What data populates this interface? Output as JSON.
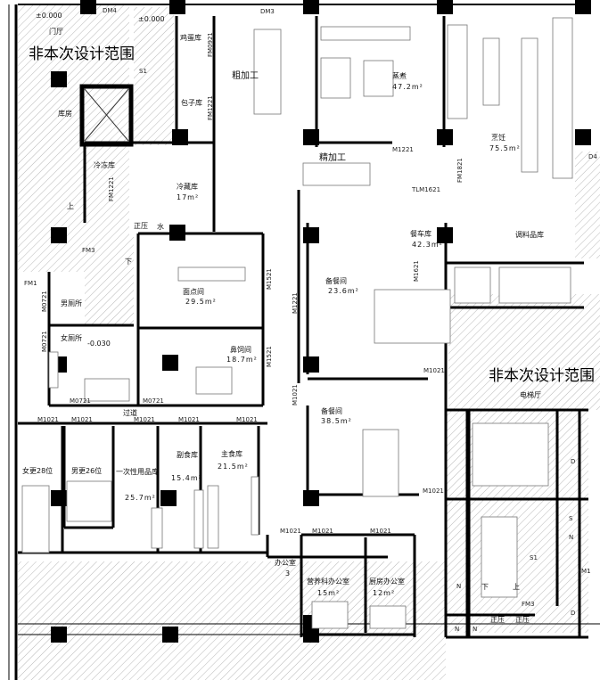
{
  "out_of_scope": [
    "非本次设计范围",
    "非本次设计范围"
  ],
  "levels": [
    "±0.000",
    "±0.000",
    "-0.030"
  ],
  "rooms": {
    "lobby": "门厅",
    "storage": "库房",
    "egg_store": "鸡蛋库",
    "rough_processing": "粗加工",
    "bun_store": "包子库",
    "freezer": "冷冻库",
    "cold_store": {
      "name": "冷藏库",
      "area": "17m²"
    },
    "fine_processing": "精加工",
    "steaming": {
      "name": "蒸煮",
      "area": "47.2m²"
    },
    "cooking": {
      "name": "烹饪",
      "area": "75.5m²"
    },
    "cart_store": {
      "name": "餐车库",
      "area": "42.3m²"
    },
    "seasoning_store": "调料品库",
    "pressurized_1": "正压",
    "water": "水",
    "mens_toilet": "男厕所",
    "womens_toilet": "女厕所",
    "pastry": {
      "name": "面点间",
      "area": "29.5m²"
    },
    "tube_feeding": {
      "name": "鼻饲间",
      "area": "18.7m²"
    },
    "corridor": "过道",
    "womens_locker": "女更28位",
    "mens_locker": "男更26位",
    "disposables_store": {
      "name": "一次性用品库",
      "area": "25.7m²"
    },
    "non_staple_store": {
      "name": "副食库",
      "area": "15.4m²"
    },
    "staple_store": {
      "name": "主食库",
      "area": "21.5m²"
    },
    "office": {
      "name": "办公室",
      "area": "3"
    },
    "nutrition_office": {
      "name": "营养科办公室",
      "area": "15m²"
    },
    "kitchen_office": {
      "name": "厨房办公室",
      "area": "12m²"
    },
    "pantry_1": {
      "name": "备餐间",
      "area": "23.6m²"
    },
    "pantry_2": {
      "name": "备餐间",
      "area": "38.5m²"
    },
    "elevator_hall": "电梯厅",
    "up": "上",
    "down": "下",
    "up_2": "上",
    "down_2": "下",
    "pressurized_2": "正压",
    "pressurized_3": "正压"
  },
  "doors": {
    "dm4": "DM4",
    "dm3": "DM3",
    "s1_a": "S1",
    "s1_b": "S1",
    "fm0921": "FM0921",
    "fm1221_a": "FM1221",
    "fm1221_b": "FM1221",
    "m1221_a": "M1221",
    "fm1821": "FM1821",
    "tlm1621": "TLM1621",
    "d4": "D4",
    "fm3_a": "FM3",
    "fm1_a": "FM1",
    "m0721_a": "M0721",
    "m0721_b": "M0721",
    "m0721_c": "M0721",
    "m0721_d": "M0721",
    "m1521_a": "M1521",
    "m1521_b": "M1521",
    "m1221_b": "M1221",
    "m1621": "M1621",
    "m1021": [
      "M1021",
      "M1021",
      "M1021",
      "M1021",
      "M1021",
      "M1021",
      "M1021",
      "M1021",
      "M1021",
      "M1021",
      "M1021"
    ],
    "fm1_b": "FM1",
    "fm3_b": "FM3",
    "n": [
      "N",
      "N",
      "N",
      "N"
    ],
    "d": [
      "D",
      "D"
    ],
    "s": "S"
  }
}
